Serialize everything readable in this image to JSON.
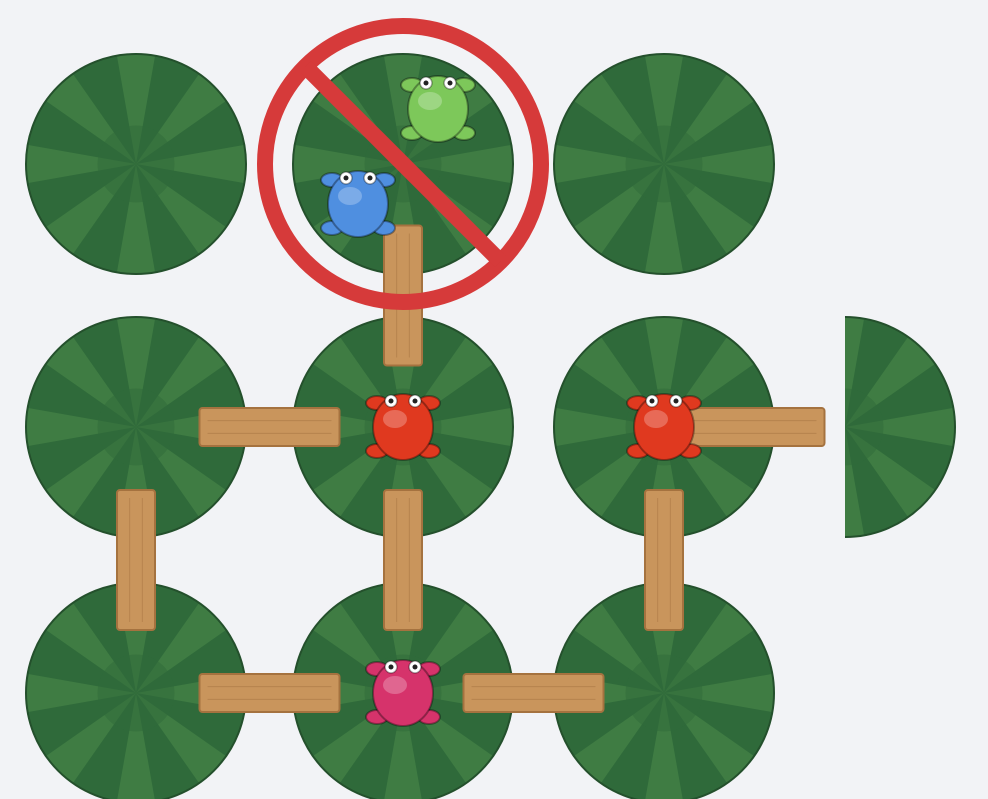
{
  "puzzle": {
    "grid_rows": 3,
    "grid_cols": 3,
    "pads": [
      {
        "row": 0,
        "col": 0
      },
      {
        "row": 0,
        "col": 1
      },
      {
        "row": 0,
        "col": 2
      },
      {
        "row": 1,
        "col": 0
      },
      {
        "row": 1,
        "col": 1
      },
      {
        "row": 1,
        "col": 2
      },
      {
        "row": 2,
        "col": 0
      },
      {
        "row": 2,
        "col": 1
      },
      {
        "row": 2,
        "col": 2
      }
    ],
    "goal_pad": {
      "row": 1,
      "col": 3,
      "shape": "half"
    },
    "planks": [
      {
        "from": [
          0,
          1
        ],
        "to": [
          1,
          1
        ]
      },
      {
        "from": [
          1,
          0
        ],
        "to": [
          1,
          1
        ]
      },
      {
        "from": [
          1,
          0
        ],
        "to": [
          2,
          0
        ]
      },
      {
        "from": [
          1,
          1
        ],
        "to": [
          2,
          1
        ]
      },
      {
        "from": [
          1,
          2
        ],
        "to": [
          2,
          2
        ]
      },
      {
        "from": [
          1,
          2
        ],
        "to": [
          1,
          3
        ]
      },
      {
        "from": [
          2,
          0
        ],
        "to": [
          2,
          1
        ]
      },
      {
        "from": [
          2,
          1
        ],
        "to": [
          2,
          2
        ]
      }
    ],
    "frogs": [
      {
        "color": "green",
        "row": 0,
        "col": 1,
        "spot": "upper-right"
      },
      {
        "color": "blue",
        "row": 0,
        "col": 1,
        "spot": "lower-left"
      },
      {
        "color": "red",
        "row": 1,
        "col": 1,
        "spot": "center"
      },
      {
        "color": "red",
        "row": 1,
        "col": 2,
        "spot": "center"
      },
      {
        "color": "pink",
        "row": 2,
        "col": 1,
        "spot": "center"
      }
    ],
    "prohibited_pad": {
      "row": 0,
      "col": 1,
      "icon": "no-symbol-icon"
    }
  },
  "colors": {
    "pad_dark": "#2f6a3a",
    "pad_light": "#4c8a4a",
    "plank": "#c9955c",
    "plank_edge": "#a5723f",
    "prohibit": "#d63a3a",
    "frog_green": "#7dc85a",
    "frog_blue": "#4f8fe0",
    "frog_red": "#e0391f",
    "frog_pink": "#d6336b"
  }
}
